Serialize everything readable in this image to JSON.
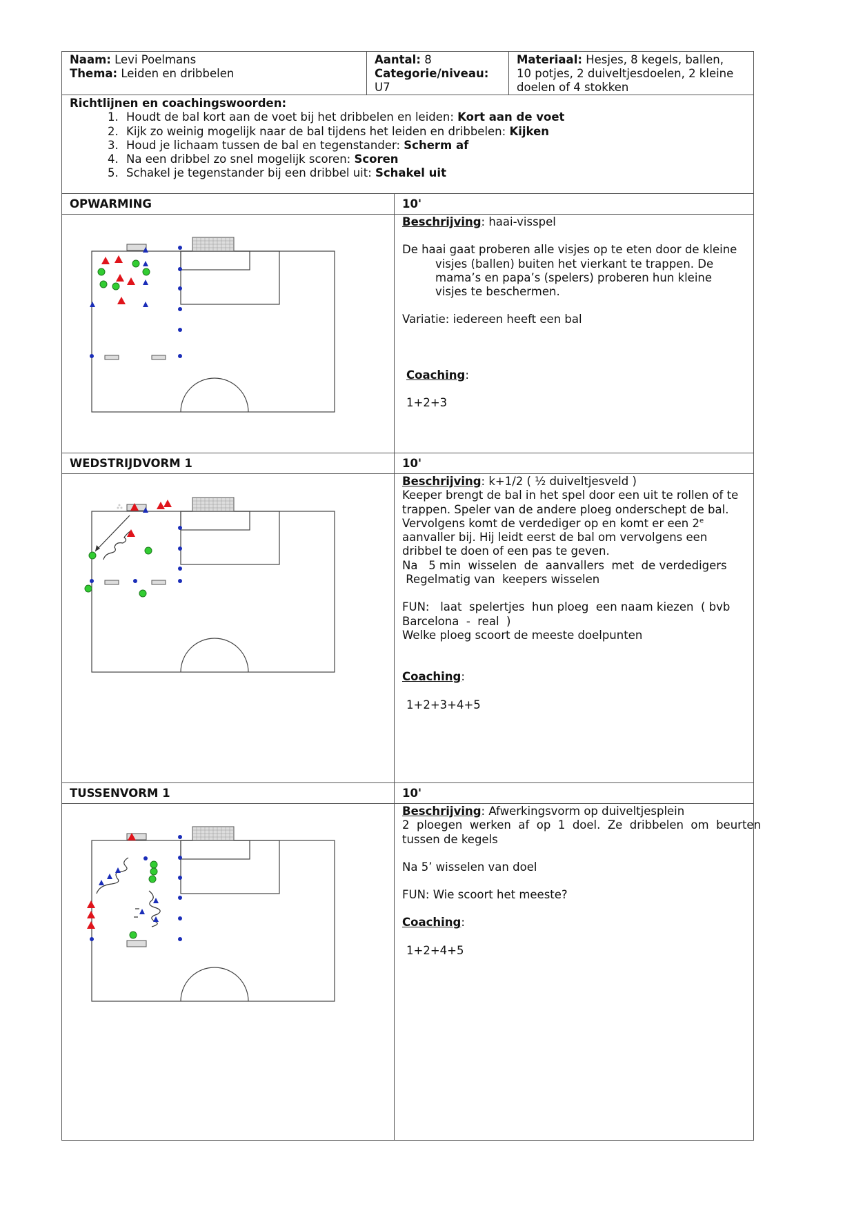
{
  "header": {
    "name_label": "Naam:",
    "name_value": "Levi Poelmans",
    "theme_label": "Thema:",
    "theme_value": "Leiden en dribbelen",
    "count_label": "Aantal:",
    "count_value": "8",
    "category_label": "Categorie/niveau:",
    "category_value": "U7",
    "material_label": "Materiaal:",
    "material_value_line1": "Hesjes, 8 kegels, ballen,",
    "material_value_line2": "10 potjes, 2 duiveltjesdoelen, 2 kleine",
    "material_value_line3": "doelen of 4 stokken"
  },
  "guidelines": {
    "title": "Richtlijnen en coachingswoorden:",
    "items": [
      {
        "text": "Houdt de bal kort aan de voet bij het dribbelen en leiden: ",
        "key": "Kort aan de voet"
      },
      {
        "text": "Kijk zo weinig mogelijk naar de bal tijdens het leiden en dribbelen: ",
        "key": "Kijken"
      },
      {
        "text": "Houd je lichaam tussen de bal en tegenstander: ",
        "key": "Scherm af"
      },
      {
        "text": "Na een dribbel zo snel mogelijk scoren: ",
        "key": "Scoren"
      },
      {
        "text": "Schakel je tegenstander bij een dribbel uit: ",
        "key": "Schakel uit"
      }
    ]
  },
  "sections": [
    {
      "title": "OPWARMING",
      "duration": "10'",
      "beschrijving_label": "Beschrijving",
      "beschrijving_value": ": haai-visspel",
      "lines": [
        "De haai gaat proberen alle visjes op te eten door de kleine",
        "visjes (ballen) buiten het vierkant te trappen. De",
        "mama’s en papa’s (spelers) proberen hun kleine",
        "visjes te beschermen."
      ],
      "variatie": "Variatie: iedereen heeft een bal",
      "coaching_label": "Coaching",
      "coaching_value": "1+2+3"
    },
    {
      "title": "WEDSTRIJDVORM 1",
      "duration": "10'",
      "beschrijving_label": "Beschrijving",
      "beschrijving_value": ": k+1/2  ( ½  duiveltjesveld )",
      "lines": [
        "Keeper brengt de bal in het spel door een uit te rollen of te",
        "trappen. Speler van de andere ploeg onderschept de bal.",
        "Vervolgens komt de verdediger op en komt er een 2",
        "aanvaller bij. Hij leidt eerst de bal om vervolgens een",
        "dribbel te doen of een pas te geven.",
        "Na   5 min  wisselen  de  aanvallers  met  de verdedigers",
        " Regelmatig van  keepers wisselen"
      ],
      "sup": "e",
      "fun_line1": "FUN:   laat  spelertjes  hun ploeg  een naam kiezen  ( bvb",
      "fun_line2": "Barcelona  -  real  )",
      "fun_line3": "Welke ploeg scoort de meeste doelpunten",
      "coaching_label": "Coaching",
      "coaching_value": "1+2+3+4+5"
    },
    {
      "title": "TUSSENVORM 1",
      "duration": "10'",
      "beschrijving_label": "Beschrijving",
      "beschrijving_value": ": Afwerkingsvorm op duiveltjesplein",
      "lines": [
        "2  ploegen  werken  af  op  1  doel.  Ze  dribbelen  om  beurten",
        "tussen de kegels"
      ],
      "na": "Na 5’ wisselen van doel",
      "fun": "FUN: Wie scoort het meeste?",
      "coaching_label": "Coaching",
      "coaching_value": "1+2+4+5"
    }
  ]
}
